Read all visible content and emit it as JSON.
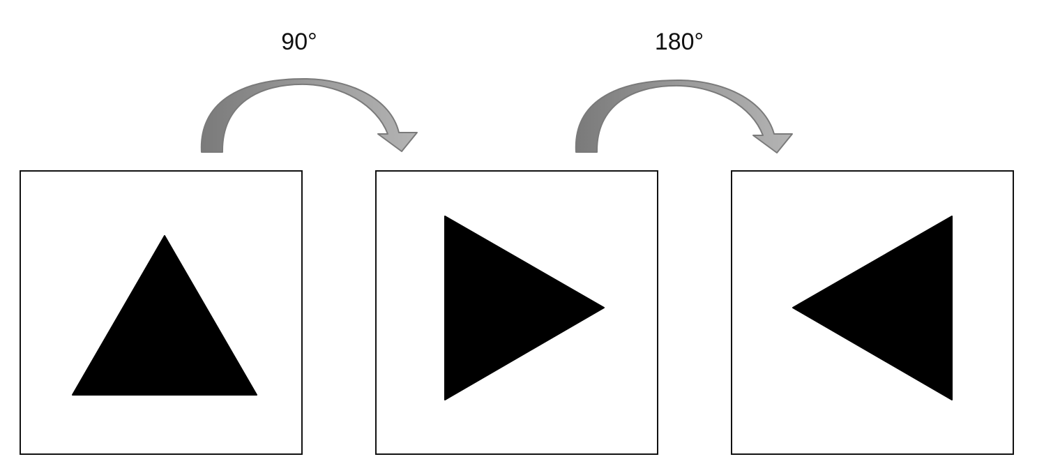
{
  "rotations": [
    {
      "label": "90°"
    },
    {
      "label": "180°"
    }
  ],
  "shapes": [
    {
      "name": "triangle-up",
      "orientation": "up"
    },
    {
      "name": "triangle-right",
      "orientation": "right"
    },
    {
      "name": "triangle-left",
      "orientation": "left"
    }
  ],
  "colors": {
    "shape_fill": "#000000",
    "panel_border": "#111111",
    "arrow_light": "#a6a6a6",
    "arrow_dark": "#6e6e6e",
    "arrow_stroke": "#7a7a7a"
  }
}
